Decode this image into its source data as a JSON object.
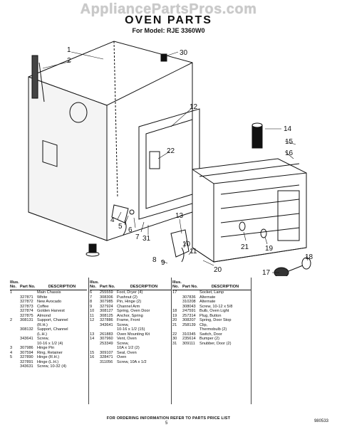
{
  "watermark": "AppliancePartsPros.com",
  "title": "OVEN PARTS",
  "model": "For Model: RJE 3360W0",
  "callouts": [
    "1",
    "2",
    "30",
    "12",
    "14",
    "15",
    "16",
    "22",
    "4",
    "5",
    "6",
    "7",
    "31",
    "8",
    "9",
    "13",
    "10",
    "11",
    "20",
    "21",
    "19",
    "17",
    "18"
  ],
  "headers": {
    "illus": "Illus. No.",
    "part": "Part No.",
    "desc": "DESCRIPTION"
  },
  "columns": [
    [
      {
        "illus": "1",
        "part": "",
        "desc": "Main Chassis"
      },
      {
        "illus": "",
        "part": "327871",
        "desc": "White"
      },
      {
        "illus": "",
        "part": "327872",
        "desc": "New Avocado"
      },
      {
        "illus": "",
        "part": "327873",
        "desc": "Coffee"
      },
      {
        "illus": "",
        "part": "327874",
        "desc": "Golden Harvest"
      },
      {
        "illus": "",
        "part": "327875",
        "desc": "Almond"
      },
      {
        "illus": "2",
        "part": "308131",
        "desc": "Support, Channel"
      },
      {
        "illus": "",
        "part": "",
        "desc": "(R.H.)"
      },
      {
        "illus": "",
        "part": "308132",
        "desc": "Support, Channel"
      },
      {
        "illus": "",
        "part": "",
        "desc": "(L.H.)"
      },
      {
        "illus": "",
        "part": "343641",
        "desc": "Screw,"
      },
      {
        "illus": "",
        "part": "",
        "desc": "10-16 x 1/2 (4)"
      },
      {
        "illus": "3",
        "part": "307986",
        "desc": "Hinge Pin"
      },
      {
        "illus": "4",
        "part": "307594",
        "desc": "Ring, Retainer"
      },
      {
        "illus": "5",
        "part": "327890",
        "desc": "Hinge (R.H.)"
      },
      {
        "illus": "",
        "part": "327891",
        "desc": "Hinge (L.H.)"
      },
      {
        "illus": "",
        "part": "343631",
        "desc": "Screw, 10-32 (4)"
      }
    ],
    [
      {
        "illus": "6",
        "part": "255559",
        "desc": "Foot, Dryer (4)"
      },
      {
        "illus": "7",
        "part": "308306",
        "desc": "Pushnut (2)"
      },
      {
        "illus": "8",
        "part": "307985",
        "desc": "Pin, Hinge (2)"
      },
      {
        "illus": "9",
        "part": "327924",
        "desc": "Channel Arm"
      },
      {
        "illus": "10",
        "part": "308127",
        "desc": "Spring, Oven Door"
      },
      {
        "illus": "11",
        "part": "308125",
        "desc": "Anchor, Spring"
      },
      {
        "illus": "12",
        "part": "327886",
        "desc": "Frame, Front"
      },
      {
        "illus": "",
        "part": "343641",
        "desc": "Screw,"
      },
      {
        "illus": "",
        "part": "",
        "desc": "10-16 x 1/2 (15)"
      },
      {
        "illus": "13",
        "part": "261883",
        "desc": "Oven Mounting Kit"
      },
      {
        "illus": "14",
        "part": "307960",
        "desc": "Vent, Oven"
      },
      {
        "illus": "",
        "part": "253349",
        "desc": "Screw,"
      },
      {
        "illus": "",
        "part": "",
        "desc": "10A x 1/2 (2)"
      },
      {
        "illus": "15",
        "part": "309107",
        "desc": "Seal, Oven"
      },
      {
        "illus": "16",
        "part": "328471",
        "desc": "Oven"
      },
      {
        "illus": "",
        "part": "311056",
        "desc": "Screw, 10A x 1/2"
      }
    ],
    [
      {
        "illus": "17",
        "part": "",
        "desc": "Socket, Lamp"
      },
      {
        "illus": "",
        "part": "307836",
        "desc": "Alternate"
      },
      {
        "illus": "",
        "part": "310208",
        "desc": "Alternate"
      },
      {
        "illus": "",
        "part": "308043",
        "desc": "Screw, 10-12 x 5/8"
      },
      {
        "illus": "18",
        "part": "247591",
        "desc": "Bulb, Oven Light"
      },
      {
        "illus": "19",
        "part": "257314",
        "desc": "Plug, Button"
      },
      {
        "illus": "20",
        "part": "308207",
        "desc": "Spring, Door Stop"
      },
      {
        "illus": "21",
        "part": "258139",
        "desc": "Clip,"
      },
      {
        "illus": "",
        "part": "",
        "desc": "Thermobulb (2)"
      },
      {
        "illus": "22",
        "part": "310345",
        "desc": "Switch, Door"
      },
      {
        "illus": "30",
        "part": "235614",
        "desc": "Bumper (2)"
      },
      {
        "illus": "31",
        "part": "309111",
        "desc": "Snubber, Door (2)"
      }
    ]
  ],
  "footer": "FOR ORDERING INFORMATION REFER TO PARTS PRICE LIST",
  "page_number": "5",
  "doc_code": "980533"
}
